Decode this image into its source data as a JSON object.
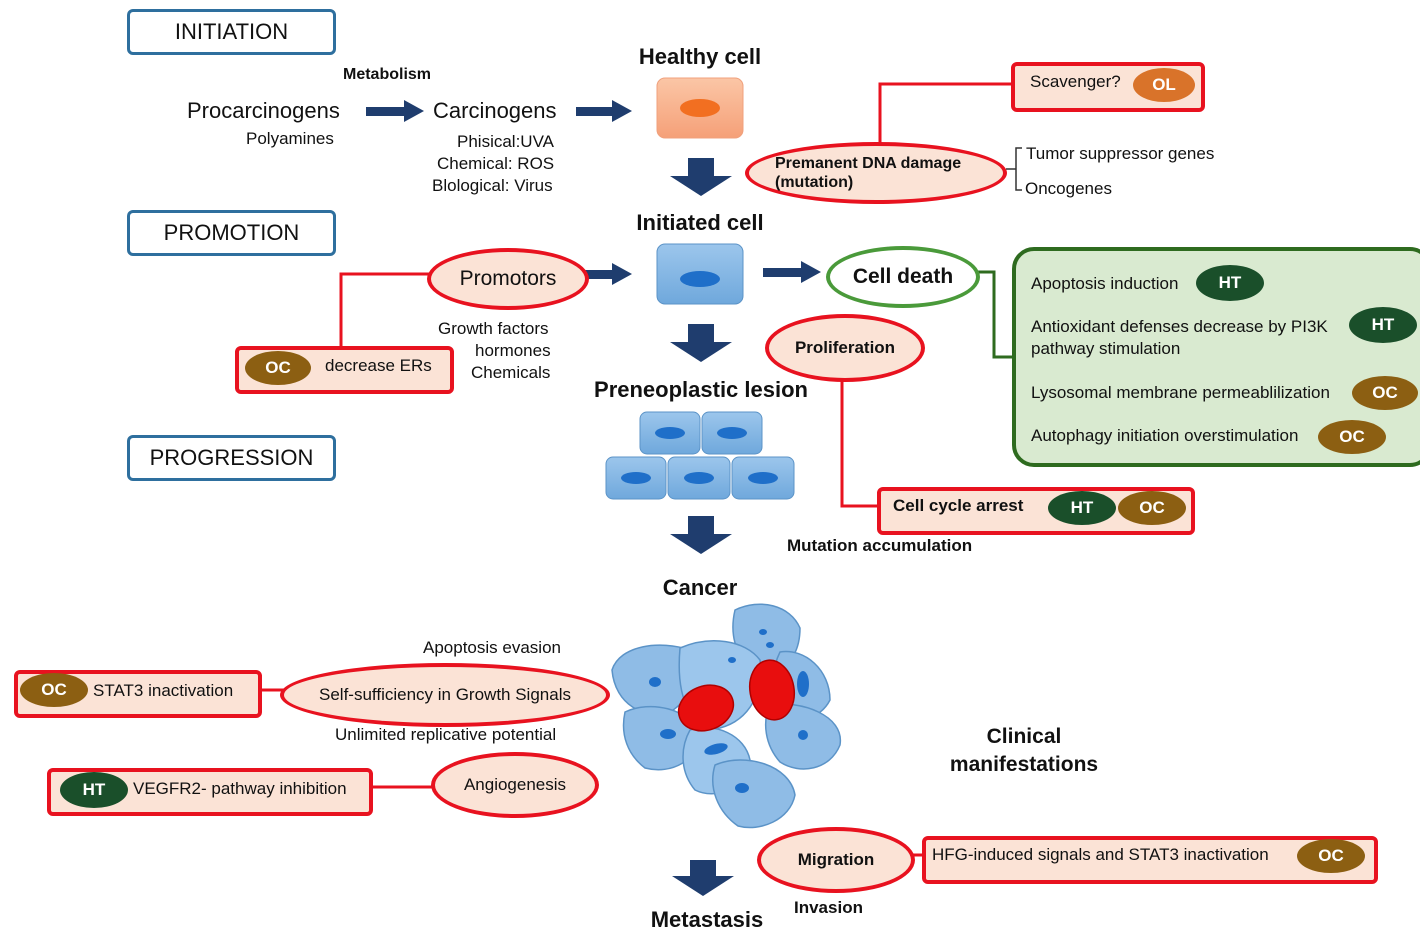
{
  "stages": {
    "initiation": "INITIATION",
    "promotion": "PROMOTION",
    "progression": "PROGRESSION"
  },
  "initiation": {
    "metabolism": "Metabolism",
    "procarcinogens": "Procarcinogens",
    "polyamines": "Polyamines",
    "carcinogens": "Carcinogens",
    "physical": "Phisical:UVA",
    "chemical": "Chemical: ROS",
    "biological": "Blological: Virus"
  },
  "cells": {
    "healthy": "Healthy cell",
    "initiated": "Initiated cell",
    "preneoplastic": "Preneoplastic lesion",
    "cancer": "Cancer",
    "metastasis": "Metastasis"
  },
  "dna_damage": {
    "line1": "Premanent DNA damage",
    "line2": "(mutation)",
    "scavenger": "Scavenger?",
    "tumor_suppressor": "Tumor suppressor genes",
    "oncogenes": "Oncogenes"
  },
  "promotion": {
    "promotors": "Promotors",
    "growth_factors": "Growth factors",
    "hormones": "hormones",
    "chemicals": "Chemicals",
    "decrease_ers": "decrease ERs"
  },
  "cell_death": {
    "title": "Cell death",
    "items": [
      {
        "label": "Apoptosis induction",
        "tag": "HT"
      },
      {
        "label": "Antioxidant defenses decrease by PI3K",
        "label2": "pathway stimulation",
        "tag": "HT"
      },
      {
        "label": "Lysosomal membrane permeablilization",
        "tag": "OC"
      },
      {
        "label": "Autophagy initiation overstimulation",
        "tag": "OC"
      }
    ]
  },
  "proliferation": {
    "label": "Proliferation",
    "cell_cycle_arrest": "Cell cycle arrest",
    "mutation_accumulation": "Mutation accumulation"
  },
  "progression": {
    "apoptosis_evasion": "Apoptosis evasion",
    "self_sufficiency": "Self-sufficiency in Growth Signals",
    "unlimited": "Unlimited replicative potential",
    "stat3": "STAT3 inactivation",
    "angiogenesis": "Angiogenesis",
    "vegfr2": "VEGFR2- pathway inhibition",
    "clinical1": "Clinical",
    "clinical2": "manifestations",
    "migration": "Migration",
    "invasion": "Invasion",
    "hfg": "HFG-induced signals and STAT3 inactivation"
  },
  "tags": {
    "ht": "HT",
    "oc": "OC",
    "ol": "OL"
  },
  "colors": {
    "stage_border": "#2e6f9e",
    "red": "#e8121f",
    "pink_fill": "#fbe3d6",
    "green_border": "#2e6b1f",
    "green_fill": "#d9ead0",
    "ht_tag": "#1a4f2a",
    "oc_tag": "#8c5f12",
    "ol_tag": "#d9732a",
    "arrow": "#1f3d6e",
    "cell_blue": "#6fa8dc",
    "healthy_cell": "#f7b08a"
  }
}
